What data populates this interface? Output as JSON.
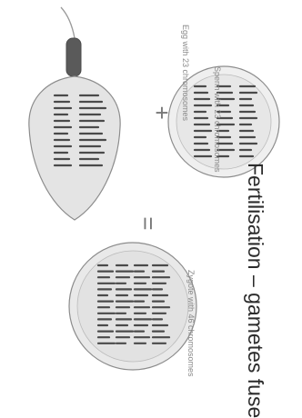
{
  "heading": "Fertilisation – gametes fuse",
  "egg_label": "Egg with 23 chromosomes",
  "sperm_label": "Sperm with 23 chromosomes",
  "zygote_label": "Zygote with 46 chromosomes",
  "plus_symbol": "+",
  "equals_symbol": "=",
  "colors": {
    "outline": "#8c8c8c",
    "sperm_fill": "#e4e4e4",
    "egg_fill": "#efefef",
    "zygote_fill": "#e9e9e9",
    "chromosome": "#4a4a4a",
    "tail": "#9a9a9a",
    "midpiece": "#5a5a5a"
  }
}
